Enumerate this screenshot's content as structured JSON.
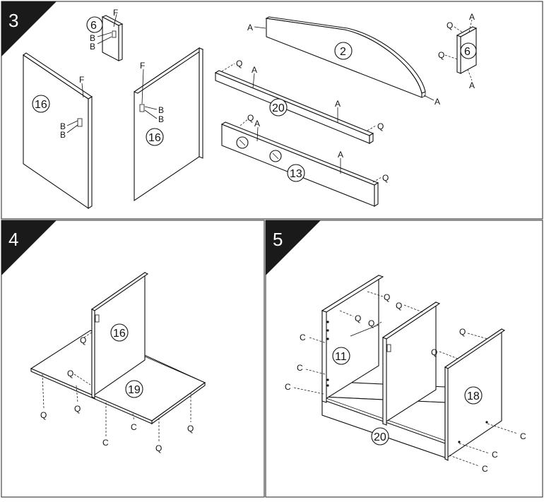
{
  "steps": [
    {
      "number": "3"
    },
    {
      "number": "4"
    },
    {
      "number": "5"
    }
  ],
  "parts": {
    "p6_top": "6",
    "p6_right": "6",
    "p16_left": "16",
    "p16_mid": "16",
    "p2": "2",
    "p20_top": "20",
    "p13": "13",
    "p16_step4": "16",
    "p19": "19",
    "p11": "11",
    "p18": "18",
    "p20_step5": "20"
  },
  "labels": {
    "A": "A",
    "B": "B",
    "C": "C",
    "F": "F",
    "Q": "Q"
  },
  "colors": {
    "ink": "#111111",
    "corner_tab": "#1a1a1a",
    "background": "#ffffff"
  }
}
